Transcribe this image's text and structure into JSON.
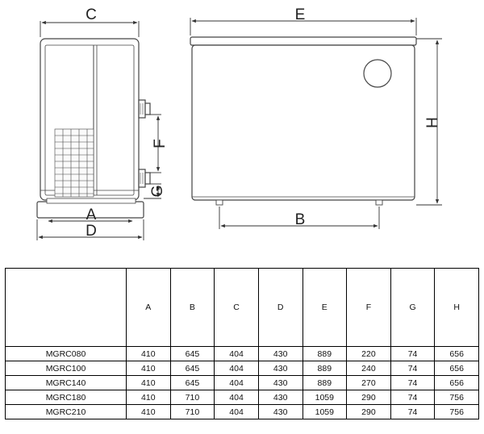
{
  "drawing": {
    "side_view_labels": {
      "width_top": "C",
      "base_inner": "A",
      "base_outer": "D",
      "connection_spacing": "F",
      "connection_offset": "G"
    },
    "front_view_labels": {
      "total_length": "E",
      "height": "H",
      "foot_spacing": "B"
    }
  },
  "table": {
    "corner": "",
    "columns": [
      "A",
      "B",
      "C",
      "D",
      "E",
      "F",
      "G",
      "H"
    ],
    "rows": [
      {
        "model": "MGRC080",
        "values": [
          "410",
          "645",
          "404",
          "430",
          "889",
          "220",
          "74",
          "656"
        ]
      },
      {
        "model": "MGRC100",
        "values": [
          "410",
          "645",
          "404",
          "430",
          "889",
          "240",
          "74",
          "656"
        ]
      },
      {
        "model": "MGRC140",
        "values": [
          "410",
          "645",
          "404",
          "430",
          "889",
          "270",
          "74",
          "656"
        ]
      },
      {
        "model": "MGRC180",
        "values": [
          "410",
          "710",
          "404",
          "430",
          "1059",
          "290",
          "74",
          "756"
        ]
      },
      {
        "model": "MGRC210",
        "values": [
          "410",
          "710",
          "404",
          "430",
          "1059",
          "290",
          "74",
          "756"
        ]
      }
    ]
  }
}
